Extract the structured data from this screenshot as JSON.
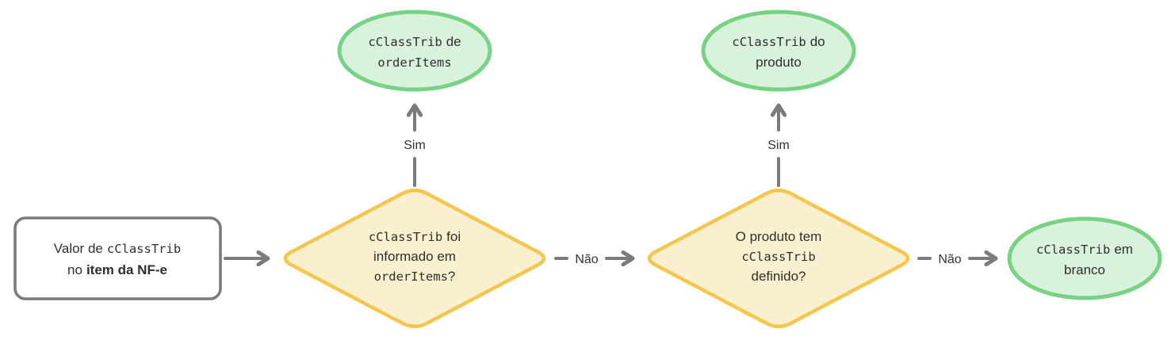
{
  "diagram": {
    "colors": {
      "decision_fill": "#FAEFCF",
      "decision_border": "#F4C64D",
      "terminal_fill": "#D8F2DC",
      "terminal_border": "#77D283",
      "start_fill": "#FFFFFF",
      "start_border": "#7B7B7B",
      "arrow": "#7B7B7B",
      "text": "#2F2F2F"
    },
    "nodes": {
      "start": {
        "line1_text": "Valor de",
        "line1_code": "cClassTrib",
        "line2_text": "no",
        "line2_bold": "item da NF-e"
      },
      "decision1": {
        "line1_code": "cClassTrib",
        "line1_text": "foi",
        "line2_text": "informado em",
        "line3_code": "orderItems",
        "line3_text": "?"
      },
      "result_order": {
        "line1_code": "cClassTrib",
        "line1_text": "de",
        "line2_code": "orderItems"
      },
      "decision2": {
        "line1_text": "O produto tem",
        "line2_code": "cClassTrib",
        "line3_text": "definido?"
      },
      "result_product": {
        "line1_code": "cClassTrib",
        "line1_text": "do",
        "line2_text": "produto"
      },
      "result_blank": {
        "line1_code": "cClassTrib",
        "line1_text": "em",
        "line2_text": "branco"
      }
    },
    "edges": {
      "yes1": "Sim",
      "no1": "Não",
      "yes2": "Sim",
      "no2": "Não"
    }
  }
}
